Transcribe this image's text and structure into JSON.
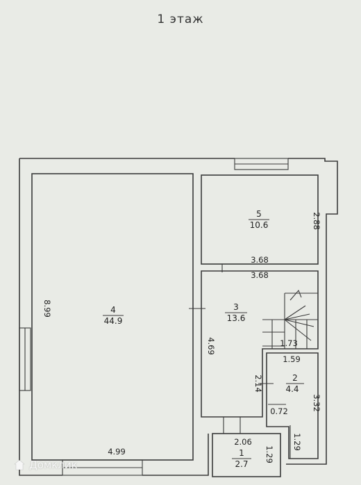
{
  "title": "1 этаж",
  "rooms": [
    {
      "number": "4",
      "area": "44.9"
    },
    {
      "number": "5",
      "area": "10.6"
    },
    {
      "number": "3",
      "area": "13.6"
    },
    {
      "number": "2",
      "area": "4.4"
    },
    {
      "number": "1",
      "area": "2.7"
    }
  ],
  "dimensions": {
    "d_8_99": "8.99",
    "d_4_99": "4.99",
    "d_2_88": "2.88",
    "d_3_68_a": "3.68",
    "d_3_68_b": "3.68",
    "d_4_69": "4.69",
    "d_1_73": "1.73",
    "d_1_59": "1.59",
    "d_2_14": "2.14",
    "d_3_32": "3.32",
    "d_0_72": "0.72",
    "d_2_06": "2.06",
    "d_1_29_a": "1.29",
    "d_1_29_b": "1.29"
  },
  "watermark": {
    "text": "Домклик",
    "icon": "domclick-logo-icon"
  }
}
